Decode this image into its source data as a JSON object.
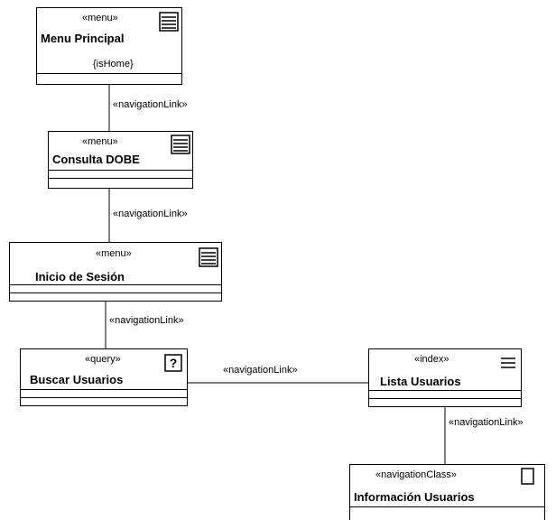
{
  "nodes": {
    "menu_principal": {
      "stereotype": "«menu»",
      "name": "Menu Principal",
      "tag": "{isHome}",
      "icon": "menu-icon"
    },
    "consulta_dobe": {
      "stereotype": "«menu»",
      "name": "Consulta DOBE",
      "icon": "menu-icon"
    },
    "inicio_sesion": {
      "stereotype": "«menu»",
      "name": "Inicio de Sesión",
      "icon": "menu-icon"
    },
    "buscar_usuarios": {
      "stereotype": "«query»",
      "name": "Buscar Usuarios",
      "icon": "query-icon"
    },
    "lista_usuarios": {
      "stereotype": "«index»",
      "name": "Lista Usuarios",
      "icon": "index-icon"
    },
    "informacion_usuarios": {
      "stereotype": "«navigationClass»",
      "name": "Información Usuarios",
      "icon": "navigation-class-icon"
    }
  },
  "links": [
    {
      "label": "«navigationLink»",
      "from": "Menu Principal",
      "to": "Consulta DOBE"
    },
    {
      "label": "«navigationLink»",
      "from": "Consulta DOBE",
      "to": "Inicio de Sesión"
    },
    {
      "label": "«navigationLink»",
      "from": "Inicio de Sesión",
      "to": "Buscar Usuarios"
    },
    {
      "label": "«navigationLink»",
      "from": "Buscar Usuarios",
      "to": "Lista Usuarios"
    },
    {
      "label": "«navigationLink»",
      "from": "Lista Usuarios",
      "to": "Información Usuarios"
    }
  ]
}
